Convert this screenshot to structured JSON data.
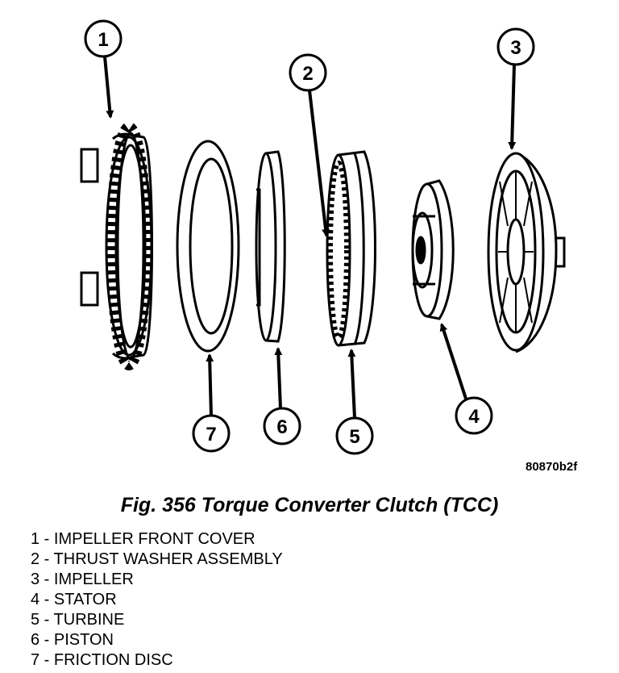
{
  "callouts": [
    {
      "number": "1"
    },
    {
      "number": "2"
    },
    {
      "number": "3"
    },
    {
      "number": "4"
    },
    {
      "number": "5"
    },
    {
      "number": "6"
    },
    {
      "number": "7"
    }
  ],
  "reference_code": "80870b2f",
  "figure_caption": "Fig. 356 Torque Converter Clutch (TCC)",
  "legend": [
    "1 - IMPELLER FRONT COVER",
    "2 - THRUST WASHER ASSEMBLY",
    "3 - IMPELLER",
    "4 - STATOR",
    "5 - TURBINE",
    "6 - PISTON",
    "7 - FRICTION DISC"
  ],
  "colors": {
    "line": "#000000",
    "background": "#ffffff"
  }
}
